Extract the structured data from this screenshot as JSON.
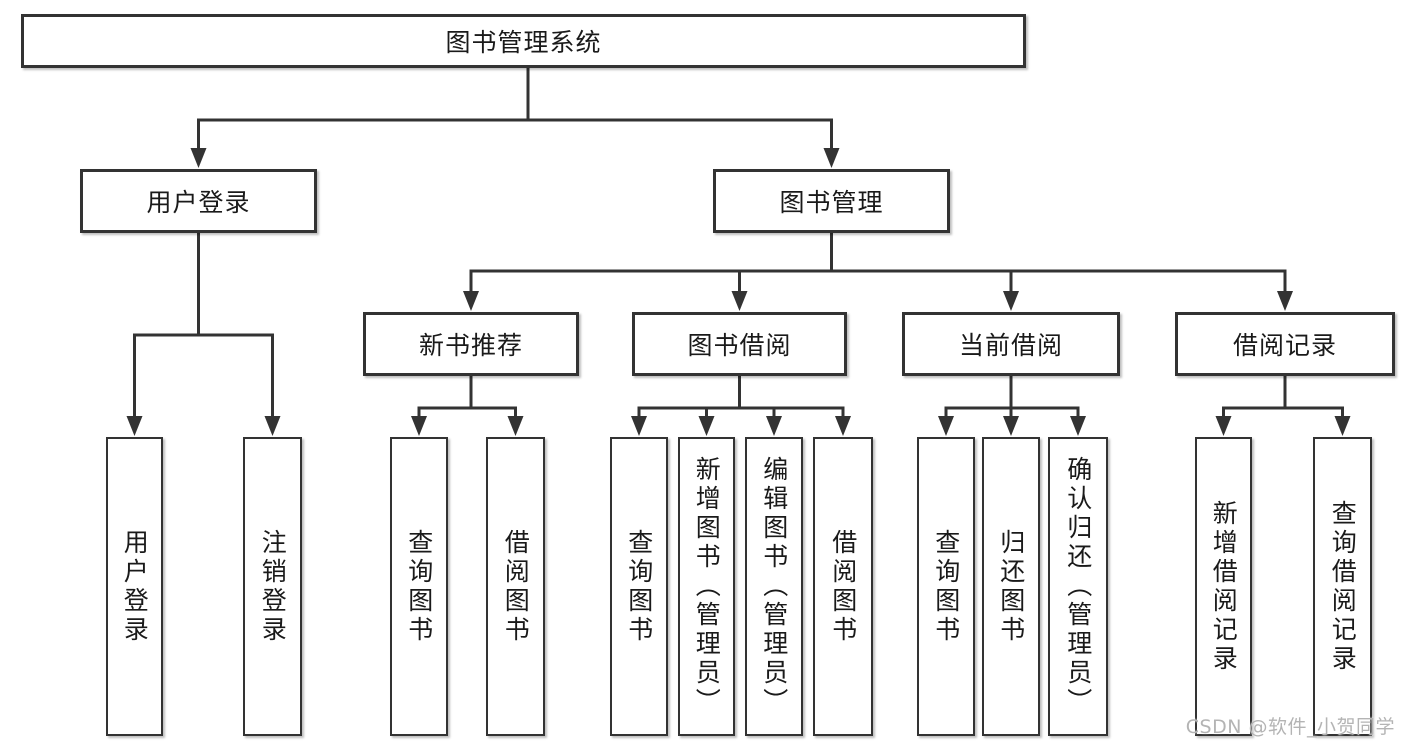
{
  "diagram": {
    "tree": {
      "root": {
        "label": "图书管理系统",
        "children": [
          {
            "label": "用户登录",
            "children": [
              {
                "label": "用户登录"
              },
              {
                "label": "注销登录"
              }
            ]
          },
          {
            "label": "图书管理",
            "children": [
              {
                "label": "新书推荐",
                "children": [
                  {
                    "label": "查询图书"
                  },
                  {
                    "label": "借阅图书"
                  }
                ]
              },
              {
                "label": "图书借阅",
                "children": [
                  {
                    "label": "查询图书"
                  },
                  {
                    "label": "新增图书（管理员）"
                  },
                  {
                    "label": "编辑图书（管理员）"
                  },
                  {
                    "label": "借阅图书"
                  }
                ]
              },
              {
                "label": "当前借阅",
                "children": [
                  {
                    "label": "查询图书"
                  },
                  {
                    "label": "归还图书"
                  },
                  {
                    "label": "确认归还（管理员）"
                  }
                ]
              },
              {
                "label": "借阅记录",
                "children": [
                  {
                    "label": "新增借阅记录"
                  },
                  {
                    "label": "查询借阅记录"
                  }
                ]
              }
            ]
          }
        ]
      }
    },
    "watermark": {
      "text": "CSDN @软件_小贺同学"
    },
    "colors": {
      "background": "#ffffff",
      "line": "#333333",
      "box_border": "#333333",
      "text": "#1a1a1a",
      "watermark": "#b4b4b4"
    }
  }
}
